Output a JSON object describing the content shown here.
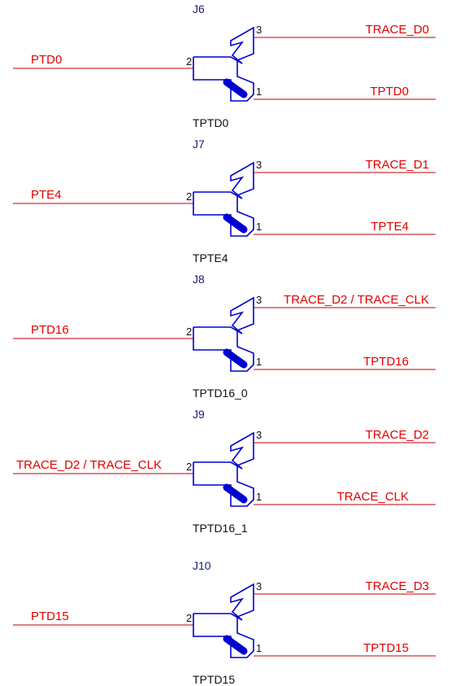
{
  "colors": {
    "wire": "#c00000",
    "net_label": "#e00000",
    "symbol": "#0000d0",
    "ref_designator": "#1a1a7a",
    "pin_text": "#111111"
  },
  "jumpers": [
    {
      "ref": "J6",
      "left_net": "PTD0",
      "top_net": "TRACE_D0",
      "bottom_net": "TPTD0",
      "value": "TPTD0",
      "pin_left": "2",
      "pin_top": "3",
      "pin_bottom": "1"
    },
    {
      "ref": "J7",
      "left_net": "PTE4",
      "top_net": "TRACE_D1",
      "bottom_net": "TPTE4",
      "value": "TPTE4",
      "pin_left": "2",
      "pin_top": "3",
      "pin_bottom": "1"
    },
    {
      "ref": "J8",
      "left_net": "PTD16",
      "top_net": "TRACE_D2 / TRACE_CLK",
      "bottom_net": "TPTD16",
      "value": "TPTD16_0",
      "pin_left": "2",
      "pin_top": "3",
      "pin_bottom": "1"
    },
    {
      "ref": "J9",
      "left_net": "TRACE_D2 / TRACE_CLK",
      "top_net": "TRACE_D2",
      "bottom_net": "TRACE_CLK",
      "value": "TPTD16_1",
      "pin_left": "2",
      "pin_top": "3",
      "pin_bottom": "1"
    },
    {
      "ref": "J10",
      "left_net": "PTD15",
      "top_net": "TRACE_D3",
      "bottom_net": "TPTD15",
      "value": "TPTD15",
      "pin_left": "2",
      "pin_top": "3",
      "pin_bottom": "1"
    }
  ]
}
